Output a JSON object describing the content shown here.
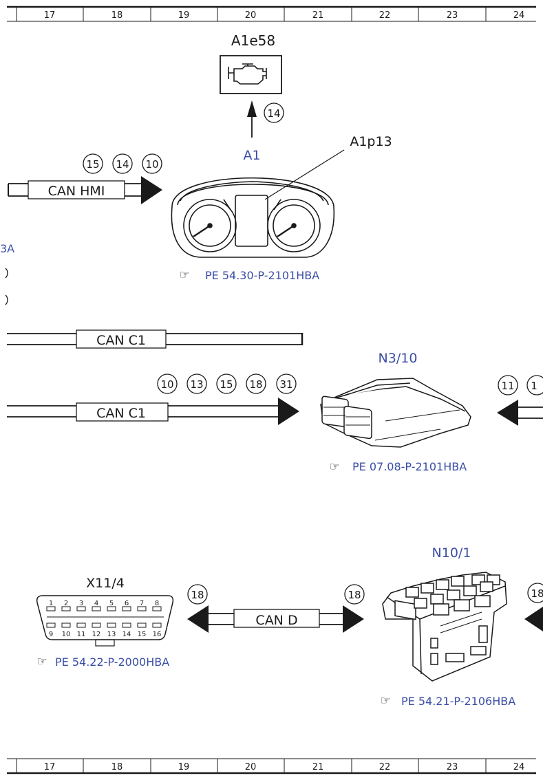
{
  "grid": {
    "columns": [
      "17",
      "18",
      "19",
      "20",
      "21",
      "22",
      "23",
      "24"
    ]
  },
  "components": {
    "a1e58": {
      "label": "A1e58",
      "circle": "14"
    },
    "a1": {
      "label": "A1",
      "sub_label": "A1p13",
      "ref": "PE 54.30-P-2101HBA"
    },
    "n3_10": {
      "label": "N3/10",
      "ref": "PE 07.08-P-2101HBA"
    },
    "x11_4": {
      "label": "X11/4",
      "ref": "PE 54.22-P-2000HBA",
      "pins_top": [
        "1",
        "2",
        "3",
        "4",
        "5",
        "6",
        "7",
        "8"
      ],
      "pins_bottom": [
        "9",
        "10",
        "11",
        "12",
        "13",
        "14",
        "15",
        "16"
      ]
    },
    "n10_1": {
      "label": "N10/1",
      "ref": "PE 54.21-P-2106HBA"
    }
  },
  "buses": {
    "can_hmi": {
      "label": "CAN HMI",
      "circles": [
        "15",
        "14",
        "10"
      ]
    },
    "can_c1_top": {
      "label": "CAN C1"
    },
    "can_c1_mid": {
      "label": "CAN C1",
      "circles": [
        "10",
        "13",
        "15",
        "18",
        "31"
      ]
    },
    "can_d": {
      "label": "CAN D",
      "circle_left": "18",
      "circle_right": "18"
    }
  },
  "edge_fragments": {
    "left_text": "3A",
    "right_circle_1": "11",
    "right_circle_2": "1",
    "right_circle_3": "18"
  }
}
